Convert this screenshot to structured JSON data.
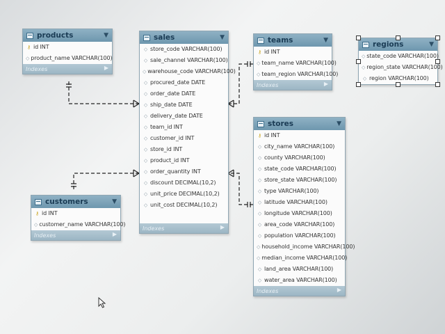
{
  "footer_label": "Indexes",
  "tables": {
    "products": {
      "name": "products",
      "columns": [
        {
          "kind": "key",
          "text": "id INT"
        },
        {
          "kind": "col",
          "text": "product_name VARCHAR(100)"
        }
      ]
    },
    "sales": {
      "name": "sales",
      "columns": [
        {
          "kind": "col",
          "text": "store_code VARCHAR(100)"
        },
        {
          "kind": "col",
          "text": "sale_channel VARCHAR(100)"
        },
        {
          "kind": "col",
          "text": "warehouse_code VARCHAR(100)"
        },
        {
          "kind": "col",
          "text": "procured_date DATE"
        },
        {
          "kind": "col",
          "text": "order_date DATE"
        },
        {
          "kind": "col",
          "text": "ship_date DATE"
        },
        {
          "kind": "col",
          "text": "delivery_date DATE"
        },
        {
          "kind": "col",
          "text": "team_id INT"
        },
        {
          "kind": "col",
          "text": "customer_id INT"
        },
        {
          "kind": "col",
          "text": "store_id INT"
        },
        {
          "kind": "col",
          "text": "product_id INT"
        },
        {
          "kind": "col",
          "text": "order_quantity INT"
        },
        {
          "kind": "col",
          "text": "discount DECIMAL(10,2)"
        },
        {
          "kind": "col",
          "text": "unit_price DECIMAL(10,2)"
        },
        {
          "kind": "col",
          "text": "unit_cost DECIMAL(10,2)"
        }
      ]
    },
    "teams": {
      "name": "teams",
      "columns": [
        {
          "kind": "key",
          "text": "id INT"
        },
        {
          "kind": "col",
          "text": "team_name VARCHAR(100)"
        },
        {
          "kind": "col",
          "text": "team_region VARCHAR(100)"
        }
      ]
    },
    "regions": {
      "name": "regions",
      "columns": [
        {
          "kind": "col",
          "text": "state_code VARCHAR(100)"
        },
        {
          "kind": "col",
          "text": "region_state VARCHAR(100)"
        },
        {
          "kind": "col",
          "text": "region VARCHAR(100)"
        }
      ]
    },
    "stores": {
      "name": "stores",
      "columns": [
        {
          "kind": "key",
          "text": "id INT"
        },
        {
          "kind": "col",
          "text": "city_name VARCHAR(100)"
        },
        {
          "kind": "col",
          "text": "county VARCHAR(100)"
        },
        {
          "kind": "col",
          "text": "state_code VARCHAR(100)"
        },
        {
          "kind": "col",
          "text": "store_state VARCHAR(100)"
        },
        {
          "kind": "col",
          "text": "type VARCHAR(100)"
        },
        {
          "kind": "col",
          "text": "latitude VARCHAR(100)"
        },
        {
          "kind": "col",
          "text": "longitude VARCHAR(100)"
        },
        {
          "kind": "col",
          "text": "area_code VARCHAR(100)"
        },
        {
          "kind": "col",
          "text": "population VARCHAR(100)"
        },
        {
          "kind": "col",
          "text": "household_income VARCHAR(100)"
        },
        {
          "kind": "col",
          "text": "median_income VARCHAR(100)"
        },
        {
          "kind": "col",
          "text": "land_area VARCHAR(100)"
        },
        {
          "kind": "col",
          "text": "water_area VARCHAR(100)"
        }
      ]
    },
    "customers": {
      "name": "customers",
      "columns": [
        {
          "kind": "key",
          "text": "id INT"
        },
        {
          "kind": "col",
          "text": "customer_name VARCHAR(100)"
        }
      ]
    }
  }
}
